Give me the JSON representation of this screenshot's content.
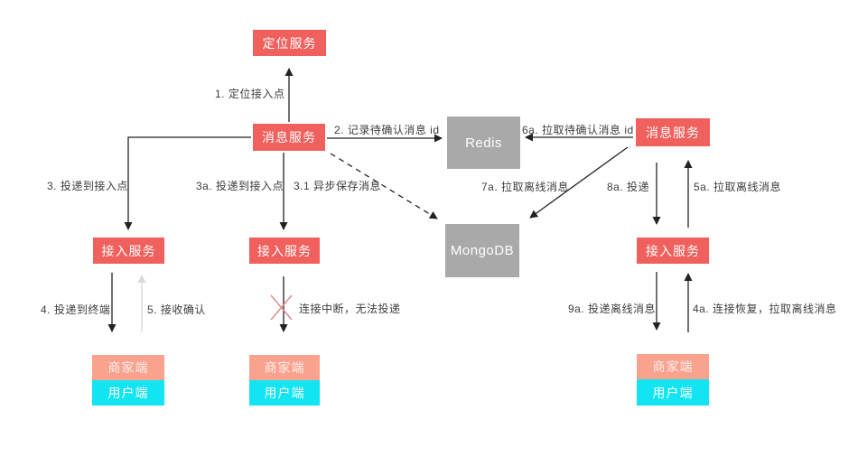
{
  "colors": {
    "red": "#f0605c",
    "gray": "#a9a9a9",
    "salmon": "#f9a28e",
    "cyan": "#12e4f2",
    "label": "#3e3e3e",
    "line": "#222222",
    "gray-line": "#d8d8d8",
    "x-mark": "#e18b8b",
    "box-text": "#ffffff"
  },
  "nodes": {
    "location_service": "定位服务",
    "message_service_left": "消息服务",
    "message_service_right": "消息服务",
    "redis": "Redis",
    "mongodb": "MongoDB",
    "access_service_left": "接入服务",
    "access_service_mid": "接入服务",
    "access_service_right": "接入服务",
    "merchant_left": "商家端",
    "user_left": "用户端",
    "merchant_mid": "商家端",
    "user_mid": "用户端",
    "merchant_right": "商家端",
    "user_right": "用户端"
  },
  "edges": {
    "step1": "1. 定位接入点",
    "step2": "2. 记录待确认消息 id",
    "step3": "3. 投递到接入点",
    "step3a": "3a. 投递到接入点",
    "step3_1": "3.1 异步保存消息",
    "step4": "4. 投递到终端",
    "step5": "5. 接收确认",
    "step6a": "6a. 拉取待确认消息 id",
    "step7a": "7a. 拉取离线消息",
    "step8a": "8a. 投递",
    "step5a": "5a. 拉取离线消息",
    "step9a": "9a. 投递离线消息",
    "step4a": "4a. 连接恢复，拉取离线消息",
    "disconnect": "连接中断，无法投递"
  }
}
